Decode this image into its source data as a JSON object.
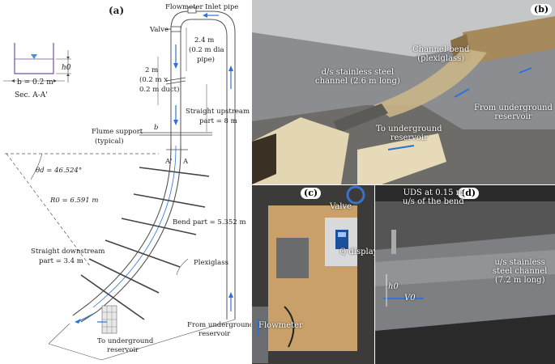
{
  "panels": {
    "a": "(a)",
    "b": "(b)",
    "c": "(c)",
    "d": "(d)"
  },
  "schematic": {
    "flowmeter": "Flowmeter",
    "inlet_pipe": "Inlet pipe",
    "valve": "Valve",
    "pipe_len_1": "2.4 m",
    "pipe_len_2": "(0.2 m dia",
    "pipe_len_3": "pipe)",
    "duct_1": "2 m",
    "duct_2": "(0.2 m x",
    "duct_3": "0.2 m duct)",
    "straight_up_1": "Straight upstream",
    "straight_up_2": "part = 8 m",
    "flume_support_1": "Flume support",
    "flume_support_2": "(typical)",
    "b_label": "b",
    "section_a": "A",
    "section_a_prime": "A'",
    "theta": "θd = 46.524°",
    "radius": "R0 = 6.591 m",
    "bend_part": "Bend part = 5.352 m",
    "plexiglass": "Plexiglass",
    "straight_down_1": "Straight downstream",
    "straight_down_2": "part = 3.4 m",
    "to_reservoir_1": "To underground",
    "to_reservoir_2": "reservoir",
    "from_reservoir_1": "From underground",
    "from_reservoir_2": "reservoir",
    "h0": "h0",
    "b_width": "b = 0.2 m",
    "section_title": "Sec. A-A'"
  },
  "photo_b": {
    "channel_bend_1": "Channel bend",
    "channel_bend_2": "(plexiglass)",
    "ds_channel_1": "d/s stainless steel",
    "ds_channel_2": "channel (2.6 m long)",
    "to_reservoir_1": "To underground",
    "to_reservoir_2": "reservoir",
    "from_reservoir_1": "From underground",
    "from_reservoir_2": "reservoir"
  },
  "photo_c": {
    "valve": "Valve",
    "q_display": "Q display",
    "flowmeter": "Flowmeter"
  },
  "photo_d": {
    "uds_1": "UDS at 0.15 m",
    "uds_2": "u/s of the bend",
    "us_channel_1": "u/s stainless",
    "us_channel_2": "steel channel",
    "us_channel_3": "(7.2 m long)",
    "h0": "h0",
    "v0": "V0"
  },
  "colors": {
    "water": "#1f5fbf",
    "line": "#3a3a3a",
    "flow_arrow": "#2a73d9",
    "tank_water": "#4a90d9",
    "photo_sand": "#d7c49b",
    "photo_pipe": "#a68a5c"
  }
}
